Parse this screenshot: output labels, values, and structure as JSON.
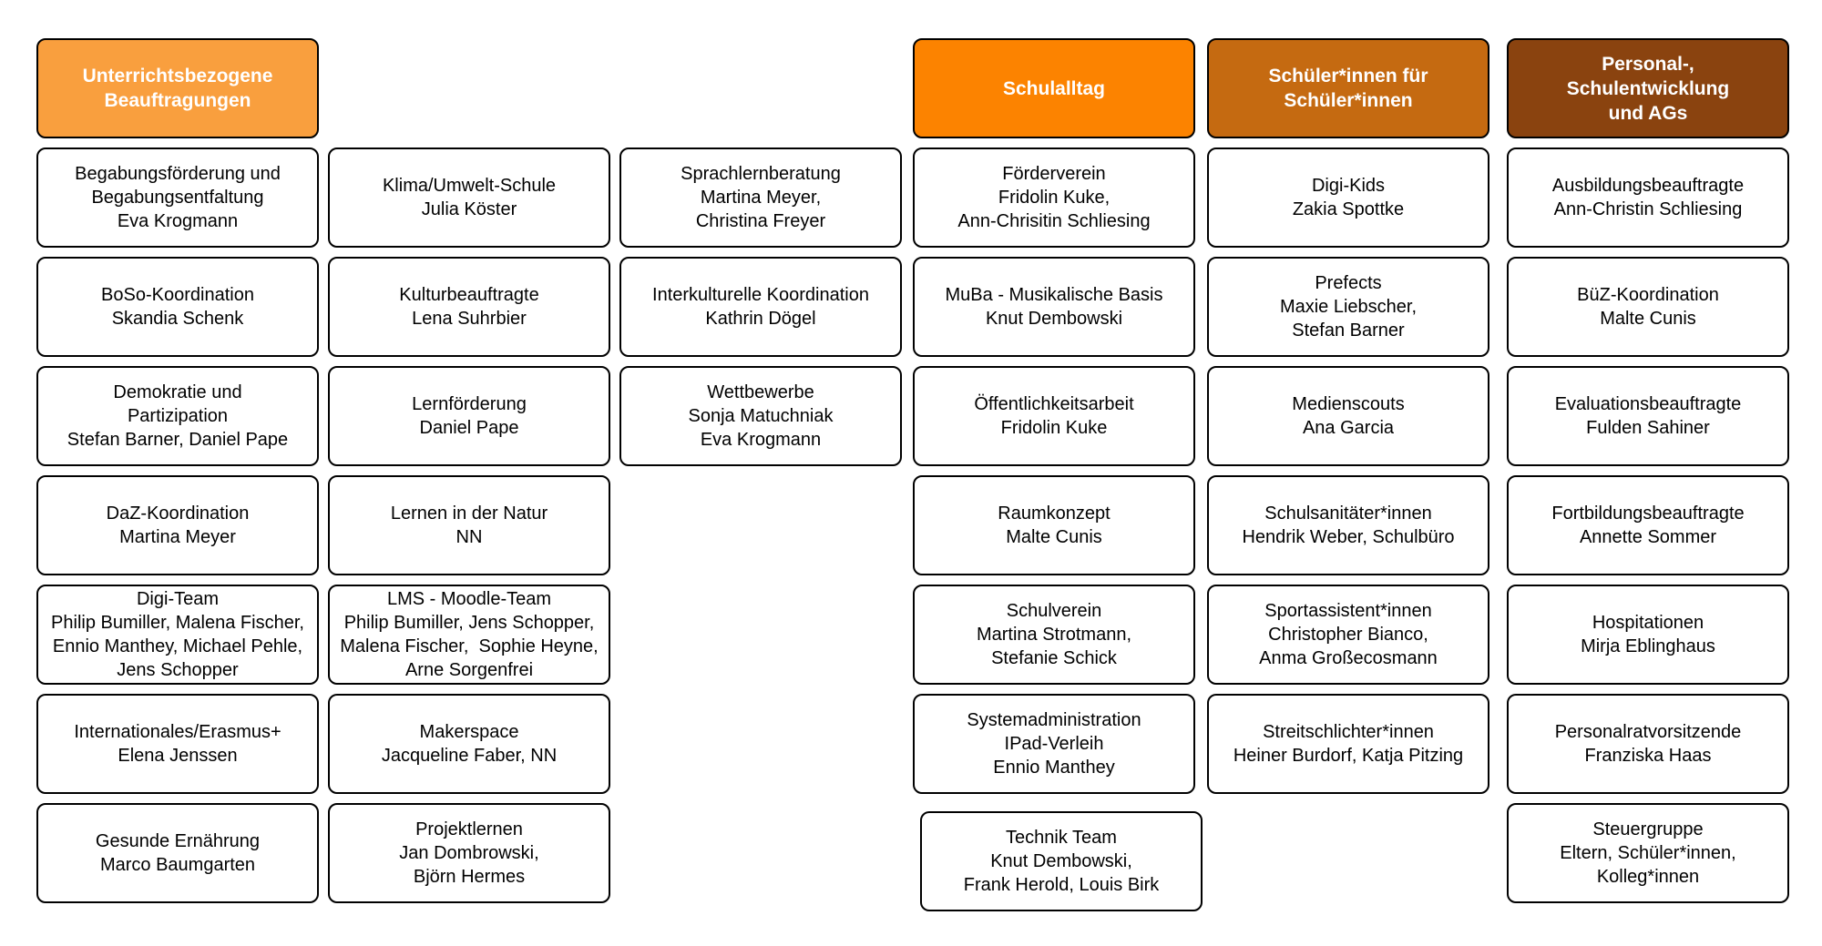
{
  "page": {
    "background": "#FFFFFF",
    "box_border_color": "#000000",
    "box_text_color": "#000000",
    "header_text_color": "#FFFFFF"
  },
  "columns": [
    {
      "name": "unterrichtsbezogene-beauftragungen",
      "header": {
        "lines": [
          "Unterrichtsbezogene",
          "Beauftragungen"
        ],
        "fill": "#F99F3E"
      },
      "boxes": [
        {
          "lines": [
            "Begabungsförderung und",
            "Begabungsentfaltung",
            "Eva Krogmann"
          ]
        },
        {
          "lines": [
            "BoSo-Koordination",
            "Skandia Schenk"
          ]
        },
        {
          "lines": [
            "Demokratie und",
            "Partizipation",
            "Stefan Barner, Daniel Pape"
          ]
        },
        {
          "lines": [
            "DaZ-Koordination",
            "Martina Meyer"
          ]
        },
        {
          "lines": [
            "Digi-Team",
            "Philip Bumiller, Malena Fischer,",
            "Ennio Manthey, Michael Pehle,",
            "Jens Schopper"
          ]
        },
        {
          "lines": [
            "Internationales/Erasmus+",
            "Elena Jenssen"
          ]
        },
        {
          "lines": [
            "Gesunde Ernährung",
            "Marco Baumgarten"
          ]
        }
      ]
    },
    {
      "name": "unterrichtsbezogene-beauftragungen-2",
      "header": null,
      "boxes": [
        {
          "lines": [
            "Klima/Umwelt-Schule",
            "Julia Köster"
          ]
        },
        {
          "lines": [
            "Kulturbeauftragte",
            "Lena Suhrbier"
          ]
        },
        {
          "lines": [
            "Lernförderung",
            "Daniel Pape"
          ]
        },
        {
          "lines": [
            "Lernen in der Natur",
            "NN"
          ]
        },
        {
          "lines": [
            "LMS - Moodle-Team",
            "Philip Bumiller, Jens Schopper,",
            "Malena Fischer,  Sophie Heyne,",
            "Arne Sorgenfrei"
          ]
        },
        {
          "lines": [
            "Makerspace",
            "Jacqueline Faber, NN"
          ]
        },
        {
          "lines": [
            "Projektlernen",
            "Jan Dombrowski,",
            "Björn Hermes"
          ]
        }
      ]
    },
    {
      "name": "unterrichtsbezogene-beauftragungen-3",
      "header": null,
      "boxes": [
        {
          "lines": [
            "Sprachlernberatung",
            "Martina Meyer,",
            "Christina Freyer"
          ]
        },
        {
          "lines": [
            "Interkulturelle Koordination",
            "Kathrin Dögel"
          ]
        },
        {
          "lines": [
            "Wettbewerbe",
            "Sonja Matuchniak",
            "Eva Krogmann"
          ]
        }
      ]
    },
    {
      "name": "schulalltag",
      "header": {
        "lines": [
          "Schulalltag"
        ],
        "fill": "#FC8300"
      },
      "boxes": [
        {
          "lines": [
            "Förderverein",
            "Fridolin Kuke,",
            "Ann-Chrisitin Schliesing"
          ]
        },
        {
          "lines": [
            "MuBa - Musikalische Basis",
            "Knut Dembowski"
          ]
        },
        {
          "lines": [
            "Öffentlichkeitsarbeit",
            "Fridolin Kuke"
          ]
        },
        {
          "lines": [
            "Raumkonzept",
            "Malte Cunis"
          ]
        },
        {
          "lines": [
            "Schulverein",
            "Martina Strotmann,",
            "Stefanie Schick"
          ]
        },
        {
          "lines": [
            "Systemadministration",
            "IPad-Verleih",
            "Ennio Manthey"
          ]
        },
        {
          "lines": [
            "Technik Team",
            "Knut Dembowski,",
            "Frank Herold, Louis Birk"
          ]
        }
      ]
    },
    {
      "name": "schueler-innen-fuer-schueler-innen",
      "header": {
        "lines": [
          "Schüler*innen für",
          "Schüler*innen"
        ],
        "fill": "#C56A11"
      },
      "boxes": [
        {
          "lines": [
            "Digi-Kids",
            "Zakia Spottke"
          ]
        },
        {
          "lines": [
            "Prefects",
            "Maxie Liebscher,",
            "Stefan Barner"
          ]
        },
        {
          "lines": [
            "Medienscouts",
            "Ana Garcia"
          ]
        },
        {
          "lines": [
            "Schulsanitäter*innen",
            "Hendrik Weber, Schulbüro"
          ]
        },
        {
          "lines": [
            "Sportassistent*innen",
            "Christopher Bianco,",
            "Anma Großecosmann"
          ]
        },
        {
          "lines": [
            "Streitschlichter*innen",
            "Heiner Burdorf, Katja Pitzing"
          ]
        }
      ]
    },
    {
      "name": "personal-schulentwicklung-und-ags",
      "header": {
        "lines": [
          "Personal-,",
          "Schulentwicklung",
          "und AGs"
        ],
        "fill": "#8A430F"
      },
      "boxes": [
        {
          "lines": [
            "Ausbildungsbeauftragte",
            "Ann-Christin Schliesing"
          ]
        },
        {
          "lines": [
            "BüZ-Koordination",
            "Malte Cunis"
          ]
        },
        {
          "lines": [
            "Evaluationsbeauftragte",
            "Fulden Sahiner"
          ]
        },
        {
          "lines": [
            "Fortbildungsbeauftragte",
            "Annette Sommer"
          ]
        },
        {
          "lines": [
            "Hospitationen",
            "Mirja Eblinghaus"
          ]
        },
        {
          "lines": [
            "Personalratvorsitzende",
            "Franziska Haas"
          ]
        },
        {
          "lines": [
            "Steuergruppe",
            "Eltern, Schüler*innen,",
            "Kolleg*innen"
          ]
        }
      ]
    }
  ]
}
